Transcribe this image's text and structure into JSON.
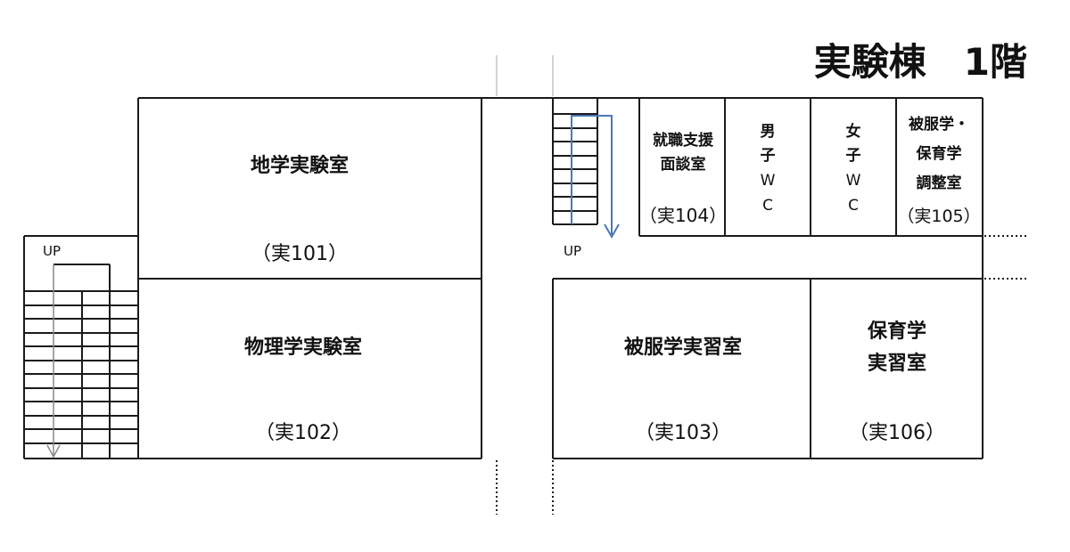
{
  "title": "実験棟　1階",
  "colors": {
    "wall": "#1a1a1a",
    "arrow": "#4a78b8",
    "thin": "#888888"
  },
  "rooms": {
    "r101": {
      "name": "地学実験室",
      "number": "（実101）"
    },
    "r102": {
      "name": "物理学実験室",
      "number": "（実102）"
    },
    "r103": {
      "name": "被服学実習室",
      "number": "（実103）"
    },
    "r104": {
      "line1": "就職支援",
      "line2": "面談室",
      "number": "（実104）"
    },
    "r105": {
      "line1": "被服学・",
      "line2": "保育学",
      "line3": "調整室",
      "number": "（実105）"
    },
    "r106": {
      "line1": "保育学",
      "line2": "実習室",
      "number": "（実106）"
    },
    "wc_men": {
      "c1": "男",
      "c2": "子",
      "c3": "W",
      "c4": "C"
    },
    "wc_women": {
      "c1": "女",
      "c2": "子",
      "c3": "W",
      "c4": "C"
    }
  },
  "stairs": {
    "left_up": "UP",
    "center_up": "UP"
  }
}
